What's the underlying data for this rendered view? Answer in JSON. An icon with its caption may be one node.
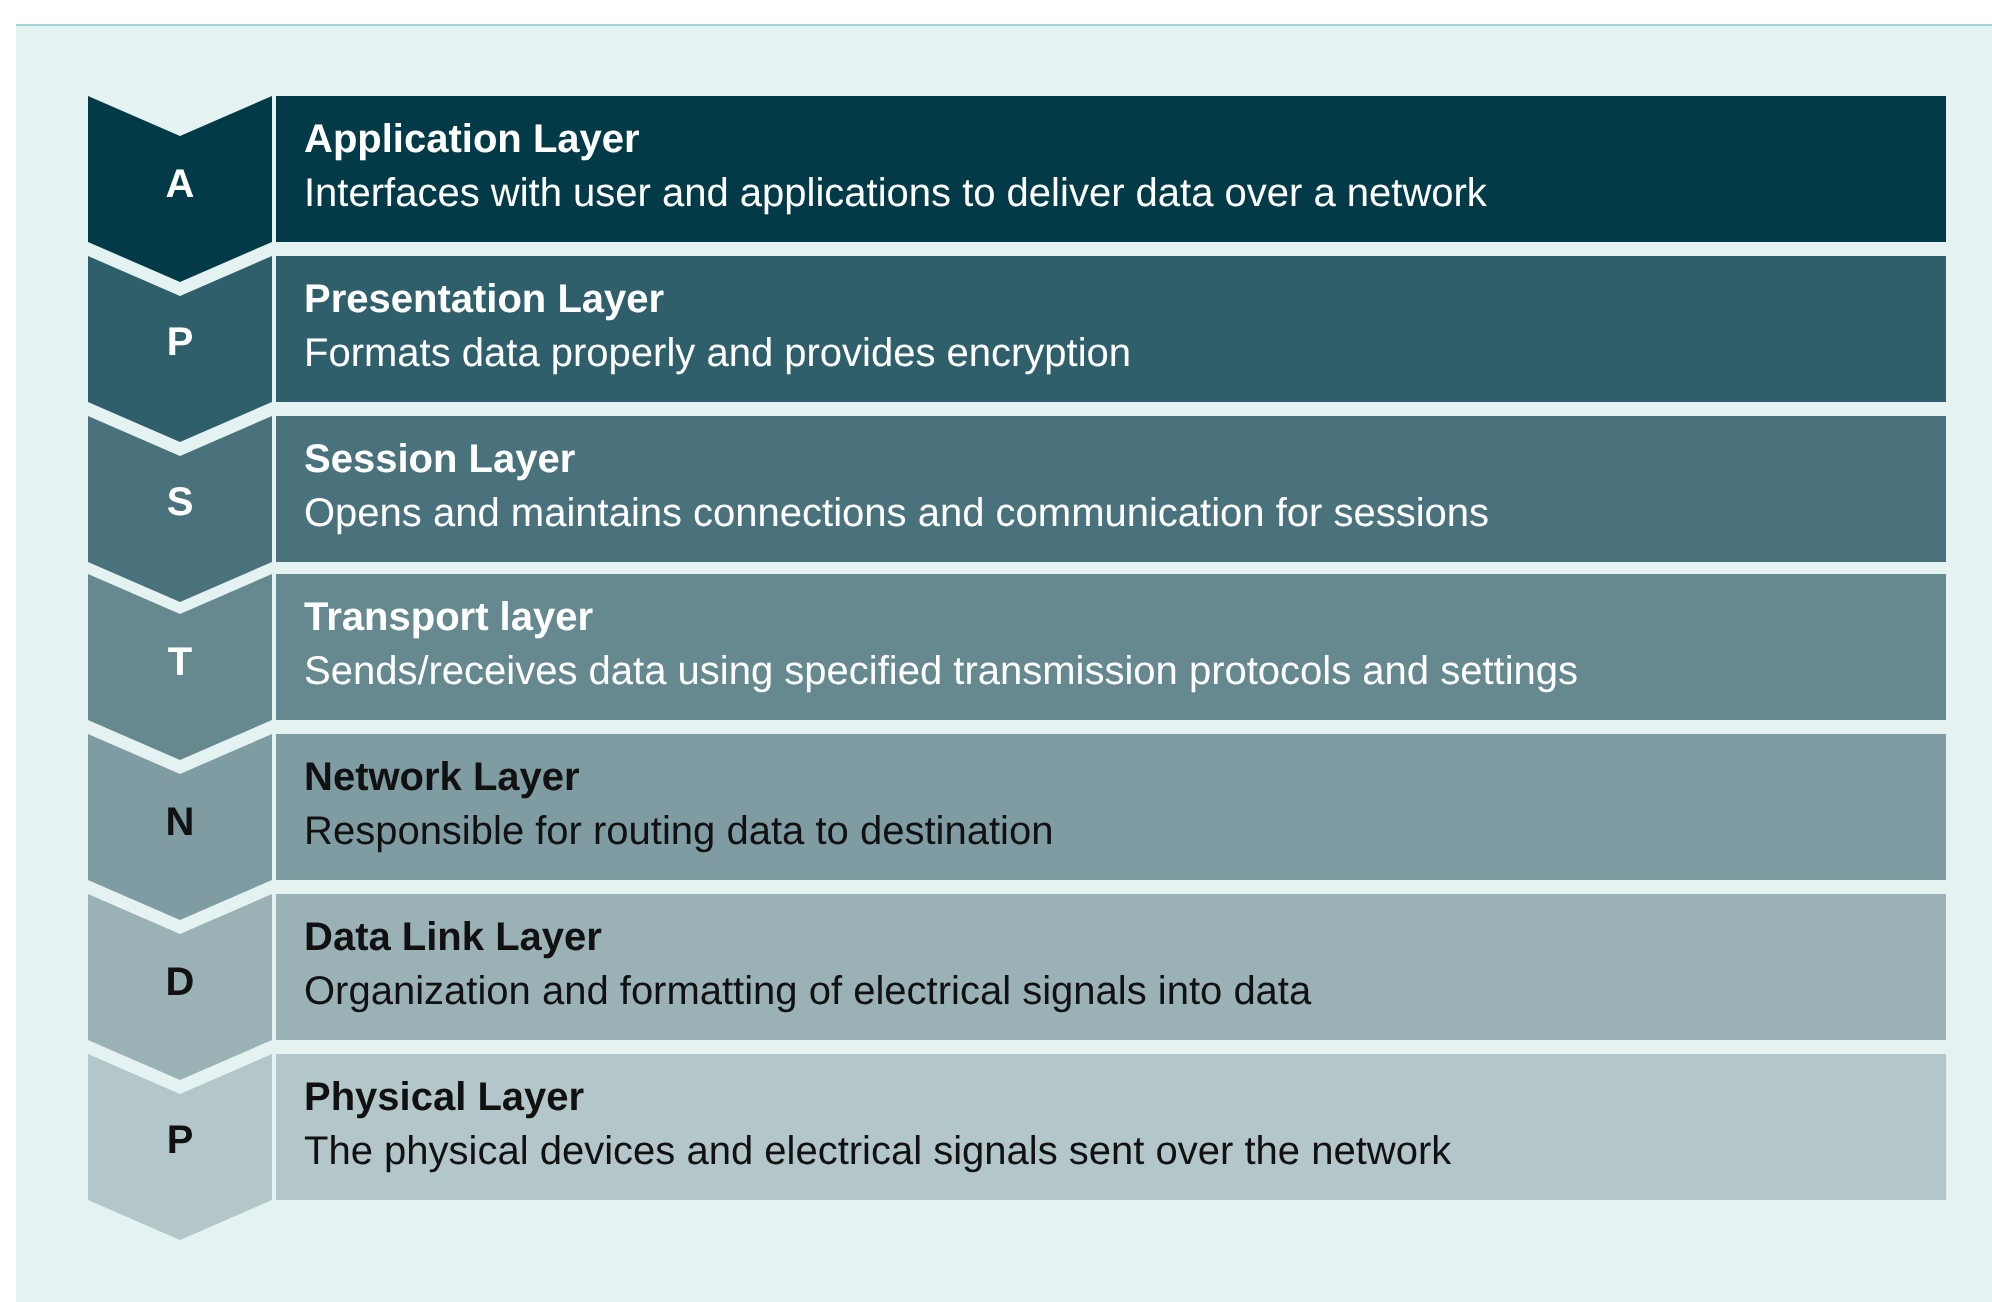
{
  "diagram": {
    "nodes": [
      {
        "text": [
          "A"
        ]
      },
      {
        "text": [
          "Application Layer",
          "Interfaces with user and applications to deliver data over a network"
        ]
      },
      {
        "text": [
          "P"
        ]
      },
      {
        "text": [
          "Presentation Layer",
          "Formats data properly and provides encryption"
        ]
      },
      {
        "text": [
          "S"
        ]
      },
      {
        "text": [
          "Session Layer",
          "Opens and maintains connections and communication for sessions"
        ]
      },
      {
        "text": [
          "T"
        ]
      },
      {
        "text": [
          "Transport layer",
          "Sends/receives data using specified transmission protocols and settings"
        ]
      },
      {
        "text": [
          "N"
        ]
      },
      {
        "text": [
          "Network Layer",
          "Responsible for routing data to destination"
        ]
      },
      {
        "text": [
          "D"
        ]
      },
      {
        "text": [
          "Data Link Layer",
          "Organization and formatting of electrical signals into data"
        ]
      },
      {
        "text": [
          "P"
        ]
      },
      {
        "text": [
          "Physical Layer",
          "The physical devices and electrical signals sent over the network"
        ]
      }
    ]
  }
}
